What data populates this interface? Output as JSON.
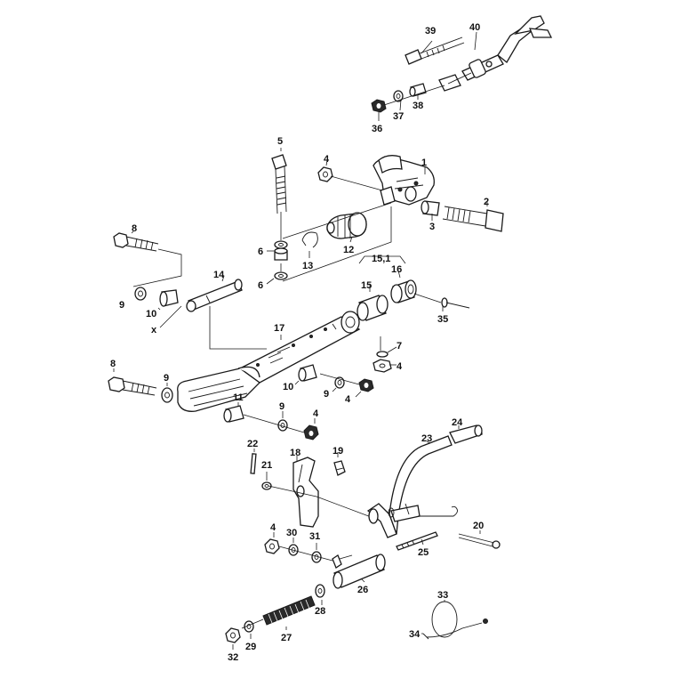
{
  "diagram": {
    "callouts": [
      {
        "id": "c1",
        "text": "1"
      },
      {
        "id": "c2",
        "text": "2"
      },
      {
        "id": "c3",
        "text": "3"
      },
      {
        "id": "c4a",
        "text": "4"
      },
      {
        "id": "c4b",
        "text": "4"
      },
      {
        "id": "c4c",
        "text": "4"
      },
      {
        "id": "c4d",
        "text": "4"
      },
      {
        "id": "c4e",
        "text": "4"
      },
      {
        "id": "c5",
        "text": "5"
      },
      {
        "id": "c6a",
        "text": "6"
      },
      {
        "id": "c6b",
        "text": "6"
      },
      {
        "id": "c7",
        "text": "7"
      },
      {
        "id": "c8a",
        "text": "8"
      },
      {
        "id": "c8b",
        "text": "8"
      },
      {
        "id": "c9a",
        "text": "9"
      },
      {
        "id": "c9b",
        "text": "9"
      },
      {
        "id": "c9c",
        "text": "9"
      },
      {
        "id": "c9d",
        "text": "9"
      },
      {
        "id": "c10a",
        "text": "10"
      },
      {
        "id": "c10b",
        "text": "10"
      },
      {
        "id": "c11",
        "text": "11"
      },
      {
        "id": "c12",
        "text": "12"
      },
      {
        "id": "c13",
        "text": "13"
      },
      {
        "id": "c14",
        "text": "14"
      },
      {
        "id": "c15",
        "text": "15"
      },
      {
        "id": "c15_1",
        "text": "15,1"
      },
      {
        "id": "c16",
        "text": "16"
      },
      {
        "id": "c17",
        "text": "17"
      },
      {
        "id": "c18",
        "text": "18"
      },
      {
        "id": "c19",
        "text": "19"
      },
      {
        "id": "c20",
        "text": "20"
      },
      {
        "id": "c21",
        "text": "21"
      },
      {
        "id": "c22",
        "text": "22"
      },
      {
        "id": "c23",
        "text": "23"
      },
      {
        "id": "c24",
        "text": "24"
      },
      {
        "id": "c25",
        "text": "25"
      },
      {
        "id": "c26",
        "text": "26"
      },
      {
        "id": "c27",
        "text": "27"
      },
      {
        "id": "c28",
        "text": "28"
      },
      {
        "id": "c29",
        "text": "29"
      },
      {
        "id": "c30",
        "text": "30"
      },
      {
        "id": "c31",
        "text": "31"
      },
      {
        "id": "c32",
        "text": "32"
      },
      {
        "id": "c33",
        "text": "33"
      },
      {
        "id": "c34",
        "text": "34"
      },
      {
        "id": "c35",
        "text": "35"
      },
      {
        "id": "c36",
        "text": "36"
      },
      {
        "id": "c37",
        "text": "37"
      },
      {
        "id": "c38",
        "text": "38"
      },
      {
        "id": "c39",
        "text": "39"
      },
      {
        "id": "c40",
        "text": "40"
      },
      {
        "id": "cx",
        "text": "x"
      }
    ]
  }
}
